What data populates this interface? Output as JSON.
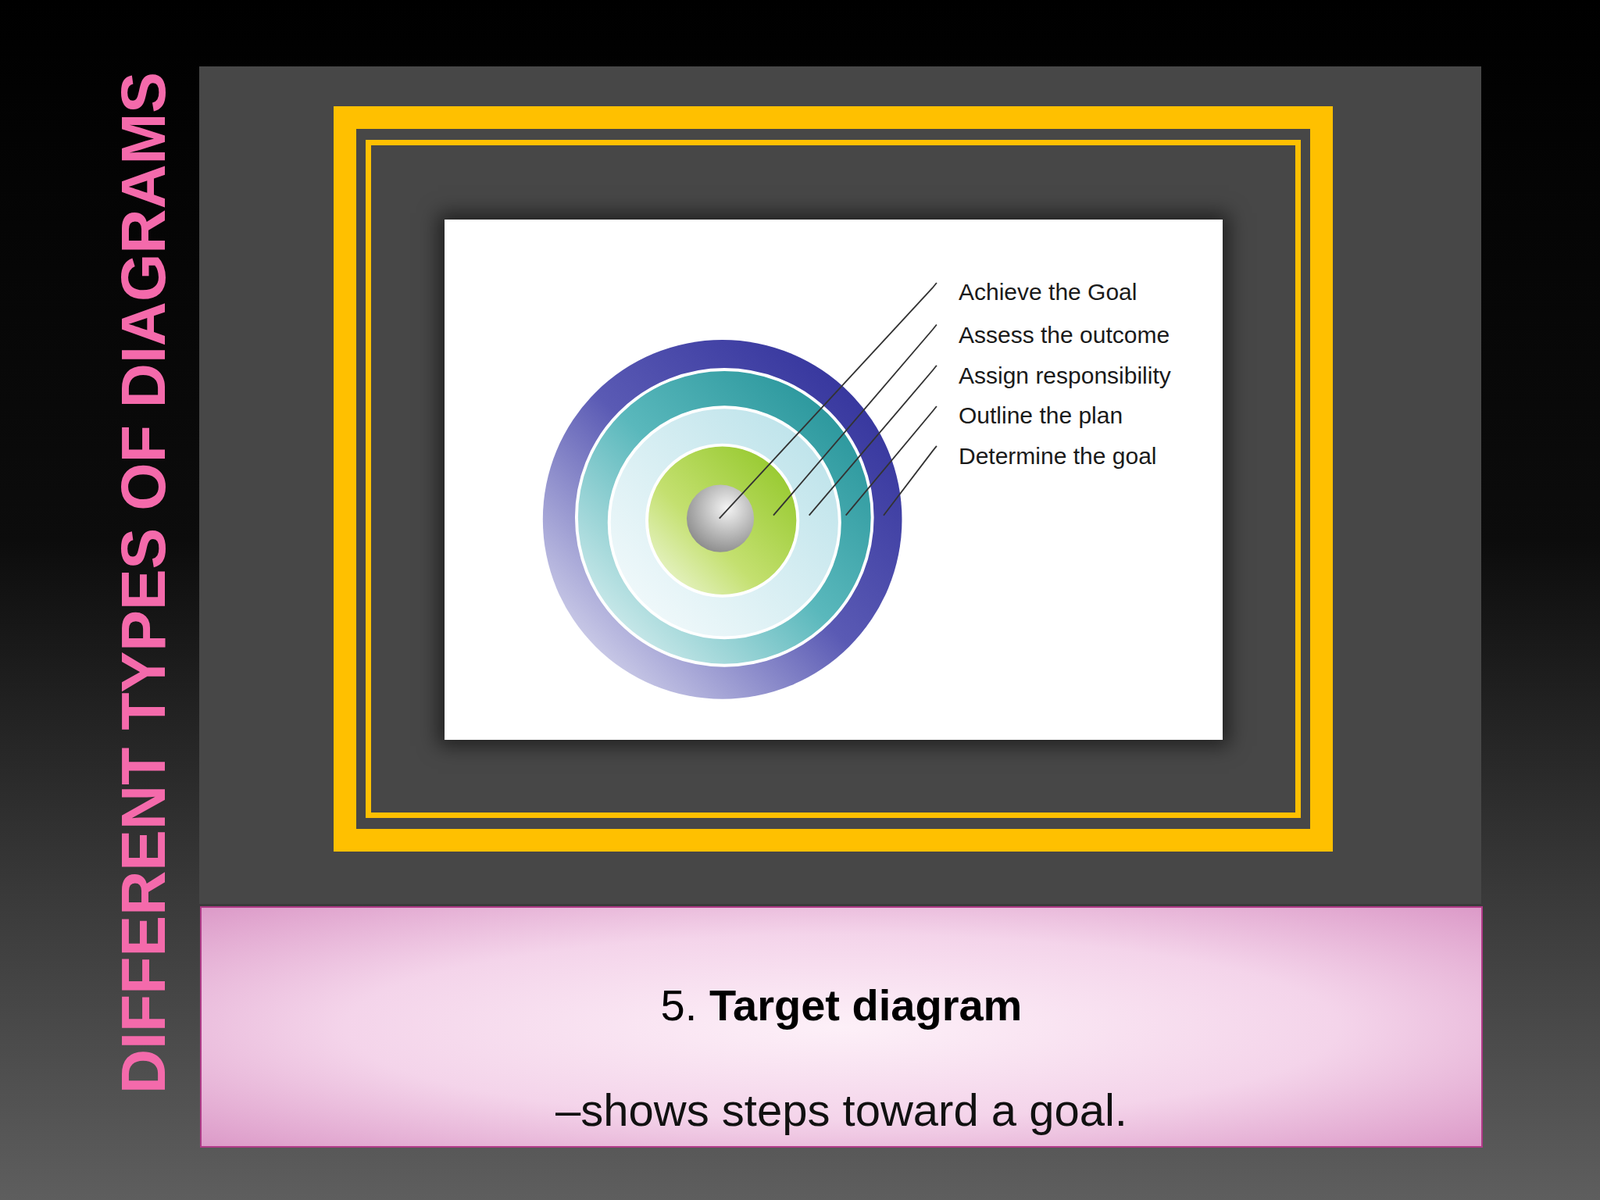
{
  "diagram": {
    "title": "DIFFERENT TYPES OF DIAGRAMS",
    "caption": "–shows steps toward a goal.",
    "labels": [
      "Achieve the Goal",
      "Assess the outcome",
      "Assign responsibility",
      "Outline the plan",
      "Determine the goal",
      "5.",
      "Target diagram"
    ]
  }
}
